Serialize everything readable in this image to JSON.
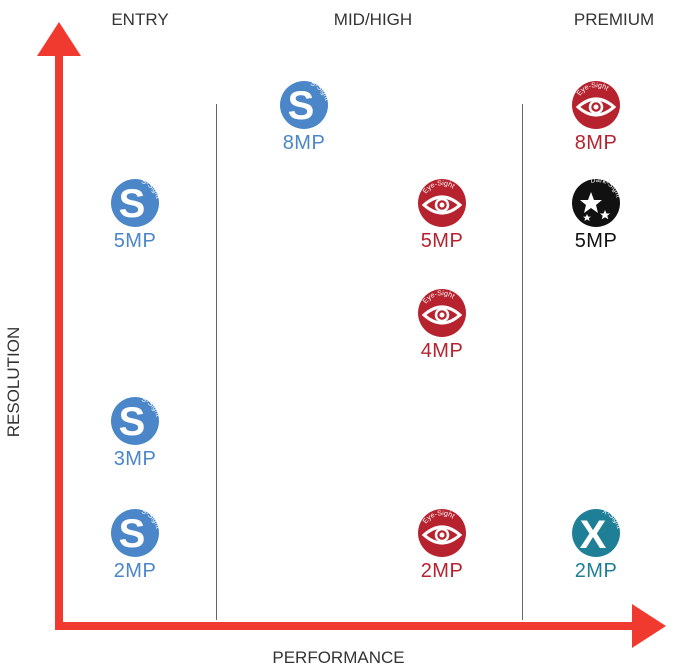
{
  "columns": {
    "entry": "ENTRY",
    "mid_high": "MID/HIGH",
    "premium": "PREMIUM"
  },
  "axes": {
    "x_label": "PERFORMANCE",
    "y_label": "RESOLUTION"
  },
  "colors": {
    "arrow": "#f03a2f",
    "s_sight": "#4a86c8",
    "eye_sight": "#b6232f",
    "dark_sight": "#111111",
    "x_sight": "#1f7f96"
  },
  "products": {
    "entry_5mp": {
      "series": "S-Sight",
      "resolution": "5MP"
    },
    "entry_3mp": {
      "series": "S-Sight",
      "resolution": "3MP"
    },
    "entry_2mp": {
      "series": "S-Sight",
      "resolution": "2MP"
    },
    "mid_8mp": {
      "series": "S-Sight",
      "resolution": "8MP"
    },
    "mid_5mp": {
      "series": "Eye-Sight",
      "resolution": "5MP"
    },
    "mid_4mp": {
      "series": "Eye-Sight",
      "resolution": "4MP"
    },
    "mid_2mp": {
      "series": "Eye-Sight",
      "resolution": "2MP"
    },
    "premium_8mp": {
      "series": "Eye-Sight",
      "resolution": "8MP"
    },
    "premium_5mp": {
      "series": "Dark-Sight",
      "resolution": "5MP"
    },
    "premium_2mp": {
      "series": "X-Sight",
      "resolution": "2MP"
    }
  }
}
